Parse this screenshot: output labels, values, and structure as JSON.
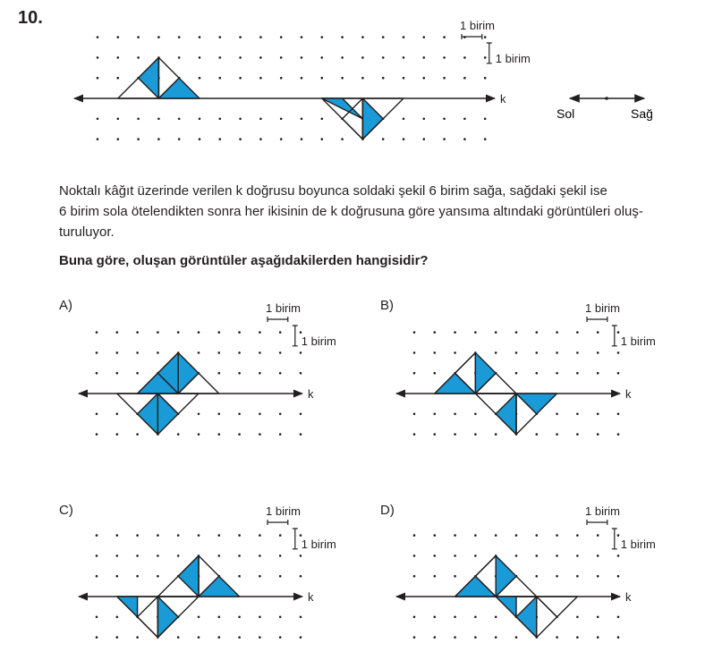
{
  "question_number": "10.",
  "unit_labels": {
    "horizontal": "1 birim",
    "vertical": "1 birim"
  },
  "line_label": "k",
  "direction_legend": {
    "left": "Sol",
    "right": "Sağ"
  },
  "paragraph_lines": [
    "Noktalı kâğıt üzerinde verilen k doğrusu boyunca soldaki şekil 6 birim sağa, sağdaki şekil ise",
    "6 birim sola ötelendikten sonra her ikisinin de k doğrusuna göre yansıma altındaki görüntüleri oluş-",
    "turuluyor."
  ],
  "prompt": "Buna göre, oluşan görüntüler aşağıdakilerden hangisidir?",
  "options": [
    {
      "label": "A)"
    },
    {
      "label": "B)"
    },
    {
      "label": "C)"
    },
    {
      "label": "D)"
    }
  ],
  "colors": {
    "fill": "#1a9ad6",
    "line": "#231f20",
    "dot": "#231f20"
  }
}
